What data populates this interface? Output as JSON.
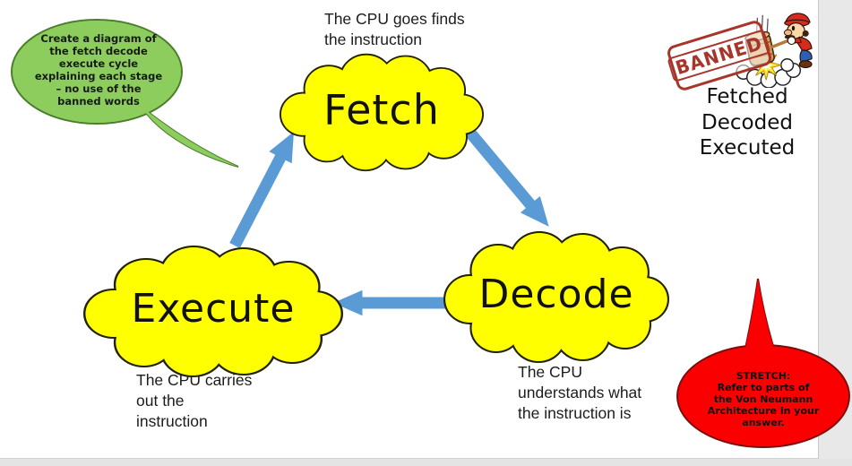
{
  "instruction_bubble": {
    "text": "Create a diagram of\nthe fetch decode\nexecute cycle\nexplaining each stage\n– no use of the\nbanned words"
  },
  "cycle": {
    "stages": [
      {
        "label": "Fetch",
        "caption": "The CPU goes finds\nthe instruction"
      },
      {
        "label": "Decode",
        "caption": "The CPU\nunderstands what\nthe instruction is"
      },
      {
        "label": "Execute",
        "caption": "The CPU carries\nout the\ninstruction"
      }
    ]
  },
  "banned": {
    "stamp_label": "BANNED",
    "words": "Fetched\nDecoded\nExecuted"
  },
  "stretch_bubble": {
    "text": "STRETCH:\nRefer to parts of\nthe Von Neumann\nArchitecture in your\nanswer."
  },
  "colors": {
    "cloud_fill": "#ffff00",
    "arrow_blue": "#5b9bd5",
    "bubble_green": "#8ccd5e",
    "bubble_red": "#fa0000",
    "stamp_red": "#a8352a"
  }
}
